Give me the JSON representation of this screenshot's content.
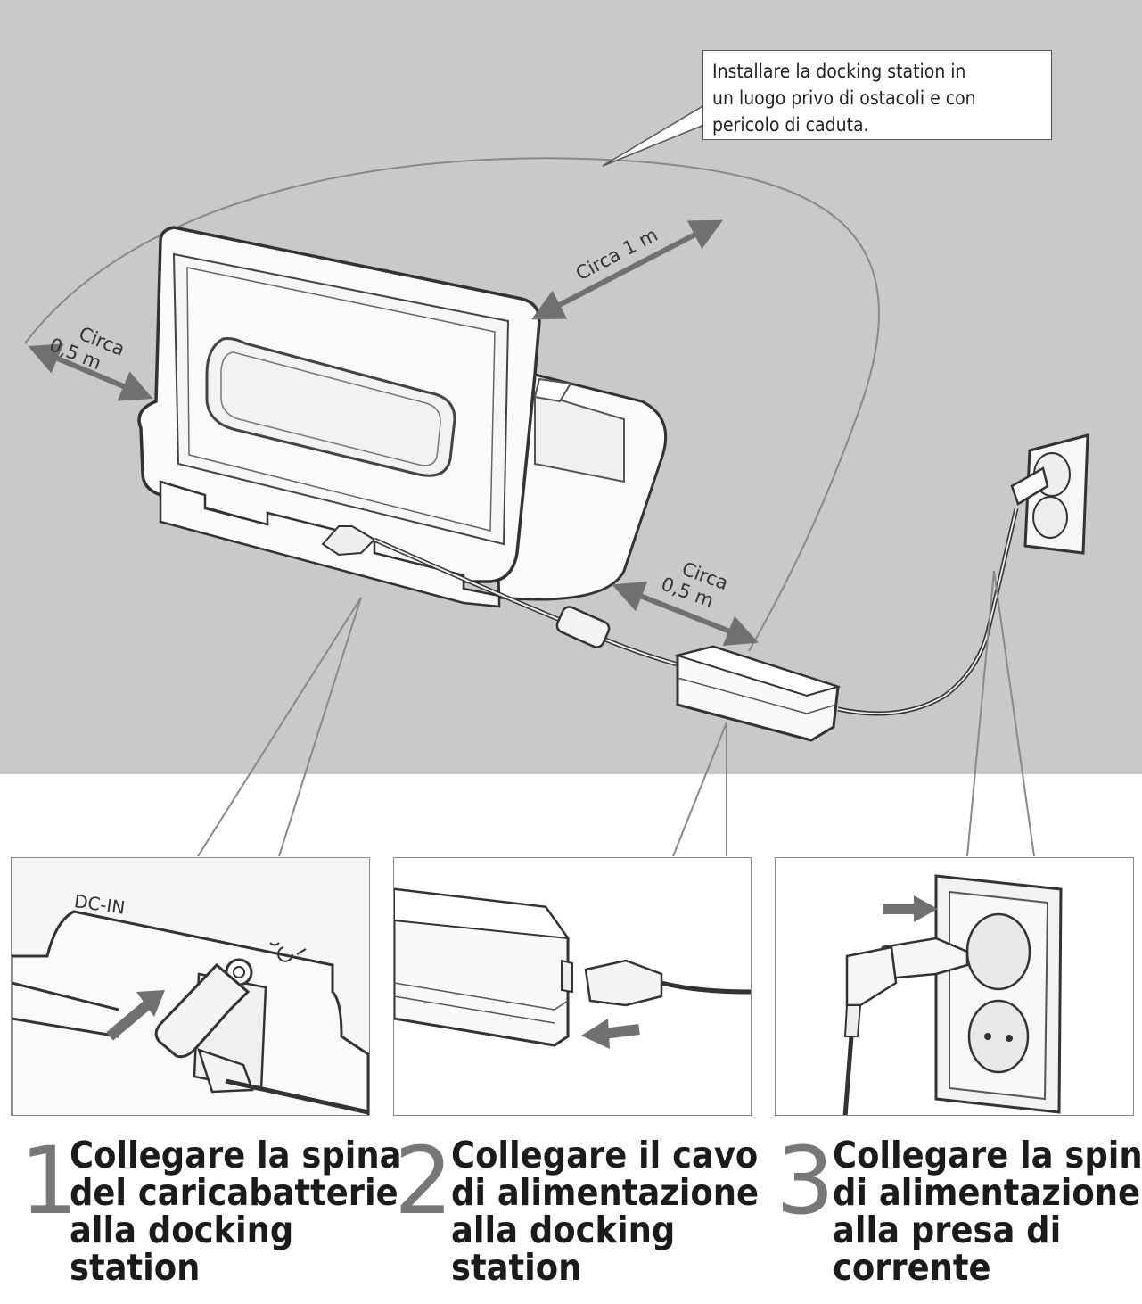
{
  "callout": {
    "line1": "Installare la docking station in",
    "line2": "un luogo privo di ostacoli e con",
    "line3": "pericolo di caduta."
  },
  "distances": {
    "left": [
      "Circa",
      "0,5 m"
    ],
    "back": "Circa 1 m",
    "right": [
      "Circa",
      "0,5 m"
    ]
  },
  "panel1": {
    "port_label": "DC-IN"
  },
  "steps": [
    {
      "number": "1",
      "lines": [
        "Collegare la spina",
        "del caricabatterie",
        "alla docking",
        "station"
      ]
    },
    {
      "number": "2",
      "lines": [
        "Collegare il cavo",
        "di alimentazione",
        "alla docking",
        "station"
      ]
    },
    {
      "number": "3",
      "lines": [
        "Collegare la spina",
        "di alimentazione",
        "alla presa di",
        "corrente"
      ]
    }
  ],
  "colors": {
    "wall": "#c8c9cb",
    "line": "#888888",
    "arrow": "#707070",
    "text": "#1b1b1b",
    "number": "#777777"
  }
}
